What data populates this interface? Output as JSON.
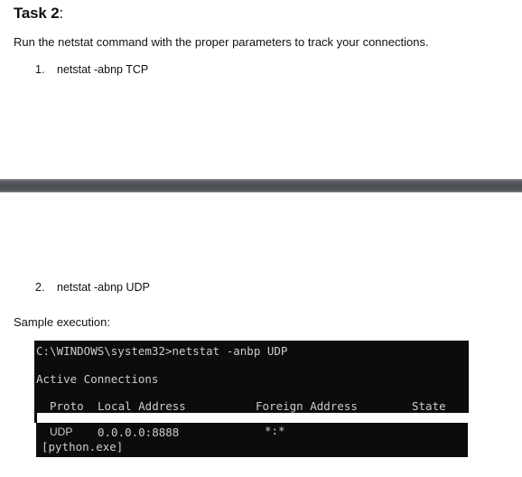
{
  "task": {
    "title": "Task 2",
    "colon": ":"
  },
  "instruction": "Run the netstat command with the proper parameters to track your connections.",
  "list": [
    {
      "num": "1.",
      "text": "netstat -abnp TCP"
    },
    {
      "num": "2.",
      "text": "netstat -abnp UDP"
    }
  ],
  "sample_label": "Sample execution:",
  "terminal": {
    "prompt": "C:\\WINDOWS\\system32>netstat -anbp UDP",
    "heading": "Active Connections",
    "columns": {
      "proto": "Proto",
      "local": "Local Address",
      "foreign": "Foreign Address",
      "state": "State"
    },
    "row": {
      "proto": "UDP",
      "local": "0.0.0.0:8888",
      "foreign": "*:*",
      "process": "[python.exe]"
    }
  },
  "colors": {
    "terminal_bg": "#0c0c0c",
    "terminal_fg": "#cccccc",
    "divider": "#4b4e52"
  }
}
